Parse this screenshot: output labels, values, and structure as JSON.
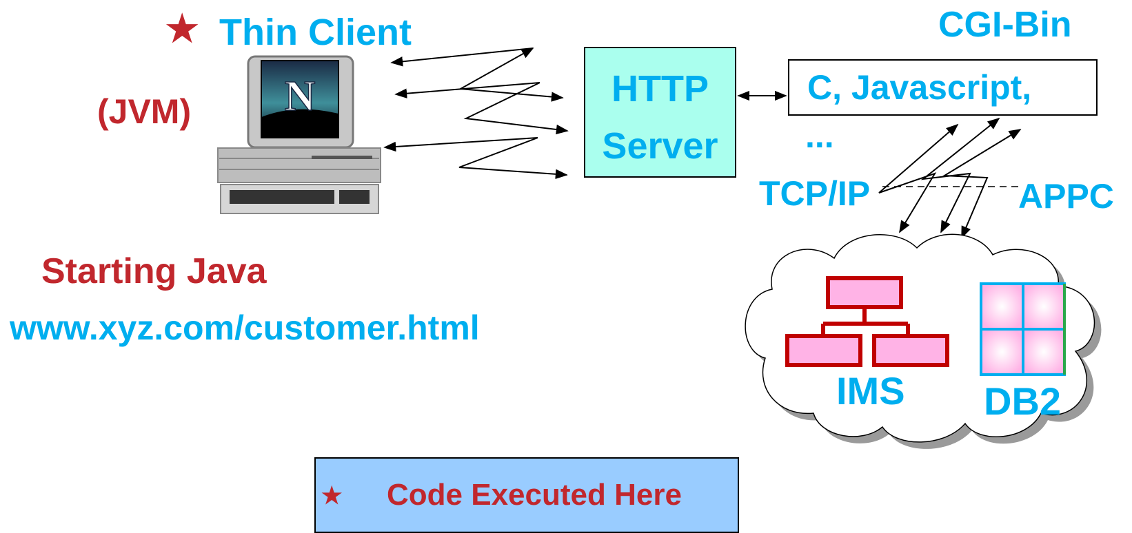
{
  "client": {
    "star": "★",
    "title": "Thin Client",
    "jvm_label": "(JVM)",
    "monitor_letter": "N"
  },
  "start": {
    "heading": "Starting Java",
    "url": "www.xyz.com/customer.html"
  },
  "http_server": {
    "line1": "HTTP",
    "line2": "Server"
  },
  "cgi": {
    "title": "CGI-Bin",
    "box_text": "C, Javascript,",
    "ellipsis": "..."
  },
  "protocols": {
    "left": "TCP/IP",
    "right": "APPC"
  },
  "backend": {
    "ims": "IMS",
    "db2": "DB2"
  },
  "legend": {
    "star": "★",
    "text": "Code Executed Here"
  },
  "colors": {
    "label_blue": "#00aeef",
    "label_red": "#c1272d",
    "server_fill": "#aaffee",
    "legend_fill": "#99ccff",
    "node_fill": "#ffb3e6",
    "node_border": "#c00000"
  }
}
